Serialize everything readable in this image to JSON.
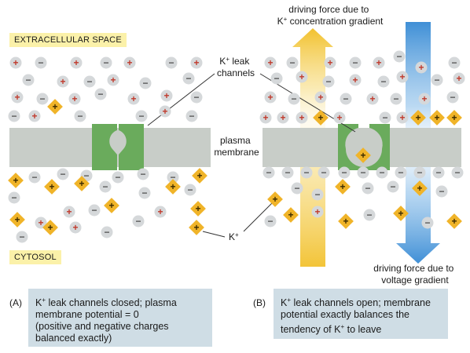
{
  "labels": {
    "extracellular_space": "EXTRACELLULAR SPACE",
    "cytosol": "CYTOSOL",
    "leak_channels_line1": "K",
    "leak_channels_sup": "+",
    "leak_channels_line1_rest": " leak",
    "leak_channels_line2": "channels",
    "plasma_line1": "plasma",
    "plasma_line2": "membrane",
    "kplus": "K",
    "kplus_sup": "+",
    "driving_conc_line1": "driving force due to",
    "driving_conc_line2_pre": "K",
    "driving_conc_line2_sup": "+",
    "driving_conc_line2_post": " concentration gradient",
    "driving_volt_line1": "driving force due to",
    "driving_volt_line2": "voltage gradient"
  },
  "panel_a": {
    "letter": "(A)",
    "caption_l1_pre": "K",
    "caption_l1_sup": "+",
    "caption_l1_post": " leak channels closed; plasma",
    "caption_l2": "membrane potential = 0",
    "caption_l3": "(positive and negative charges",
    "caption_l4": "balanced exactly)"
  },
  "panel_b": {
    "letter": "(B)",
    "caption_l1_pre": "K",
    "caption_l1_sup": "+",
    "caption_l1_post": " leak channels open; membrane",
    "caption_l2": "potential exactly balances the",
    "caption_l3_pre": "tendency of K",
    "caption_l3_sup": "+",
    "caption_l3_post": " to leave"
  },
  "ion_glyphs": {
    "positive": "+",
    "negative": "−"
  },
  "colors": {
    "membrane": "#c8cdc8",
    "channel": "#6aab5c",
    "anion": "#d5d8da",
    "cation_small_sign": "#c0392b",
    "potassium": "#f0b429",
    "label_bg": "#fbf1a9",
    "caption_bg": "#cfdde5",
    "arrow_yellow": "#f2c12e",
    "arrow_blue": "#3f8fd6"
  }
}
